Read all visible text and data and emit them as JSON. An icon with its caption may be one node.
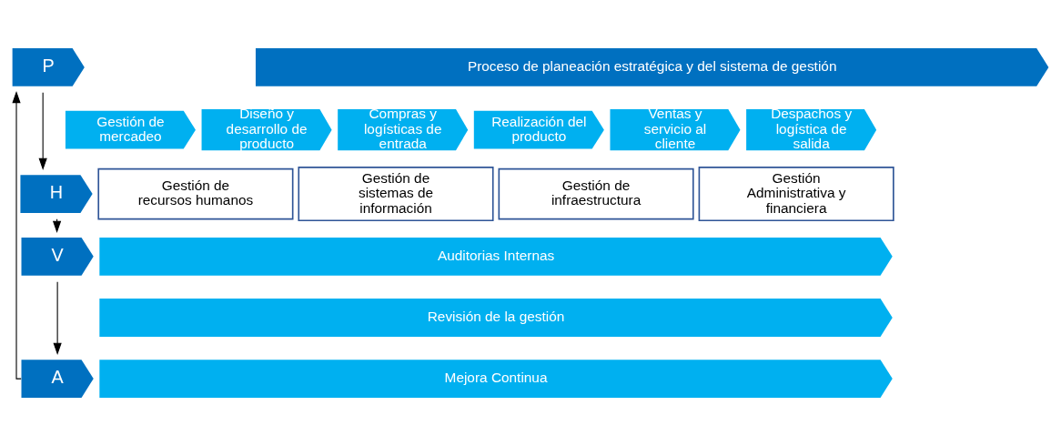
{
  "diagram": {
    "nodes": [
      {
        "text": [
          "P"
        ]
      },
      {
        "text": [
          "H"
        ]
      },
      {
        "text": [
          "V"
        ]
      },
      {
        "text": [
          "A"
        ]
      },
      {
        "text": [
          "Proceso de planeación estratégica y del sistema de gestión"
        ]
      },
      {
        "text": [
          "Gestión de mercadeo"
        ]
      },
      {
        "text": [
          "Diseño y desarrollo de producto"
        ]
      },
      {
        "text": [
          "Compras y logísticas de entrada"
        ]
      },
      {
        "text": [
          "Realización del producto"
        ]
      },
      {
        "text": [
          "Ventas y servicio al cliente"
        ]
      },
      {
        "text": [
          "Despachos y logística de salida"
        ]
      },
      {
        "text": [
          "Gestión de recursos humanos"
        ]
      },
      {
        "text": [
          "Gestión de sistemas de información"
        ]
      },
      {
        "text": [
          "Gestión de infraestructura"
        ]
      },
      {
        "text": [
          "Gestión Administrativa y financiera"
        ]
      },
      {
        "text": [
          "Auditorias Internas"
        ]
      },
      {
        "text": [
          "Revisión de la gestión"
        ]
      },
      {
        "text": [
          "Mejora Continua"
        ]
      }
    ],
    "edges": [
      {
        "from": 0,
        "to": 1,
        "arrow": "to"
      },
      {
        "from": 1,
        "to": 2,
        "arrow": "to"
      },
      {
        "from": 2,
        "to": 3,
        "arrow": "to"
      },
      {
        "from": 3,
        "to": 0,
        "arrow": "to"
      }
    ]
  }
}
